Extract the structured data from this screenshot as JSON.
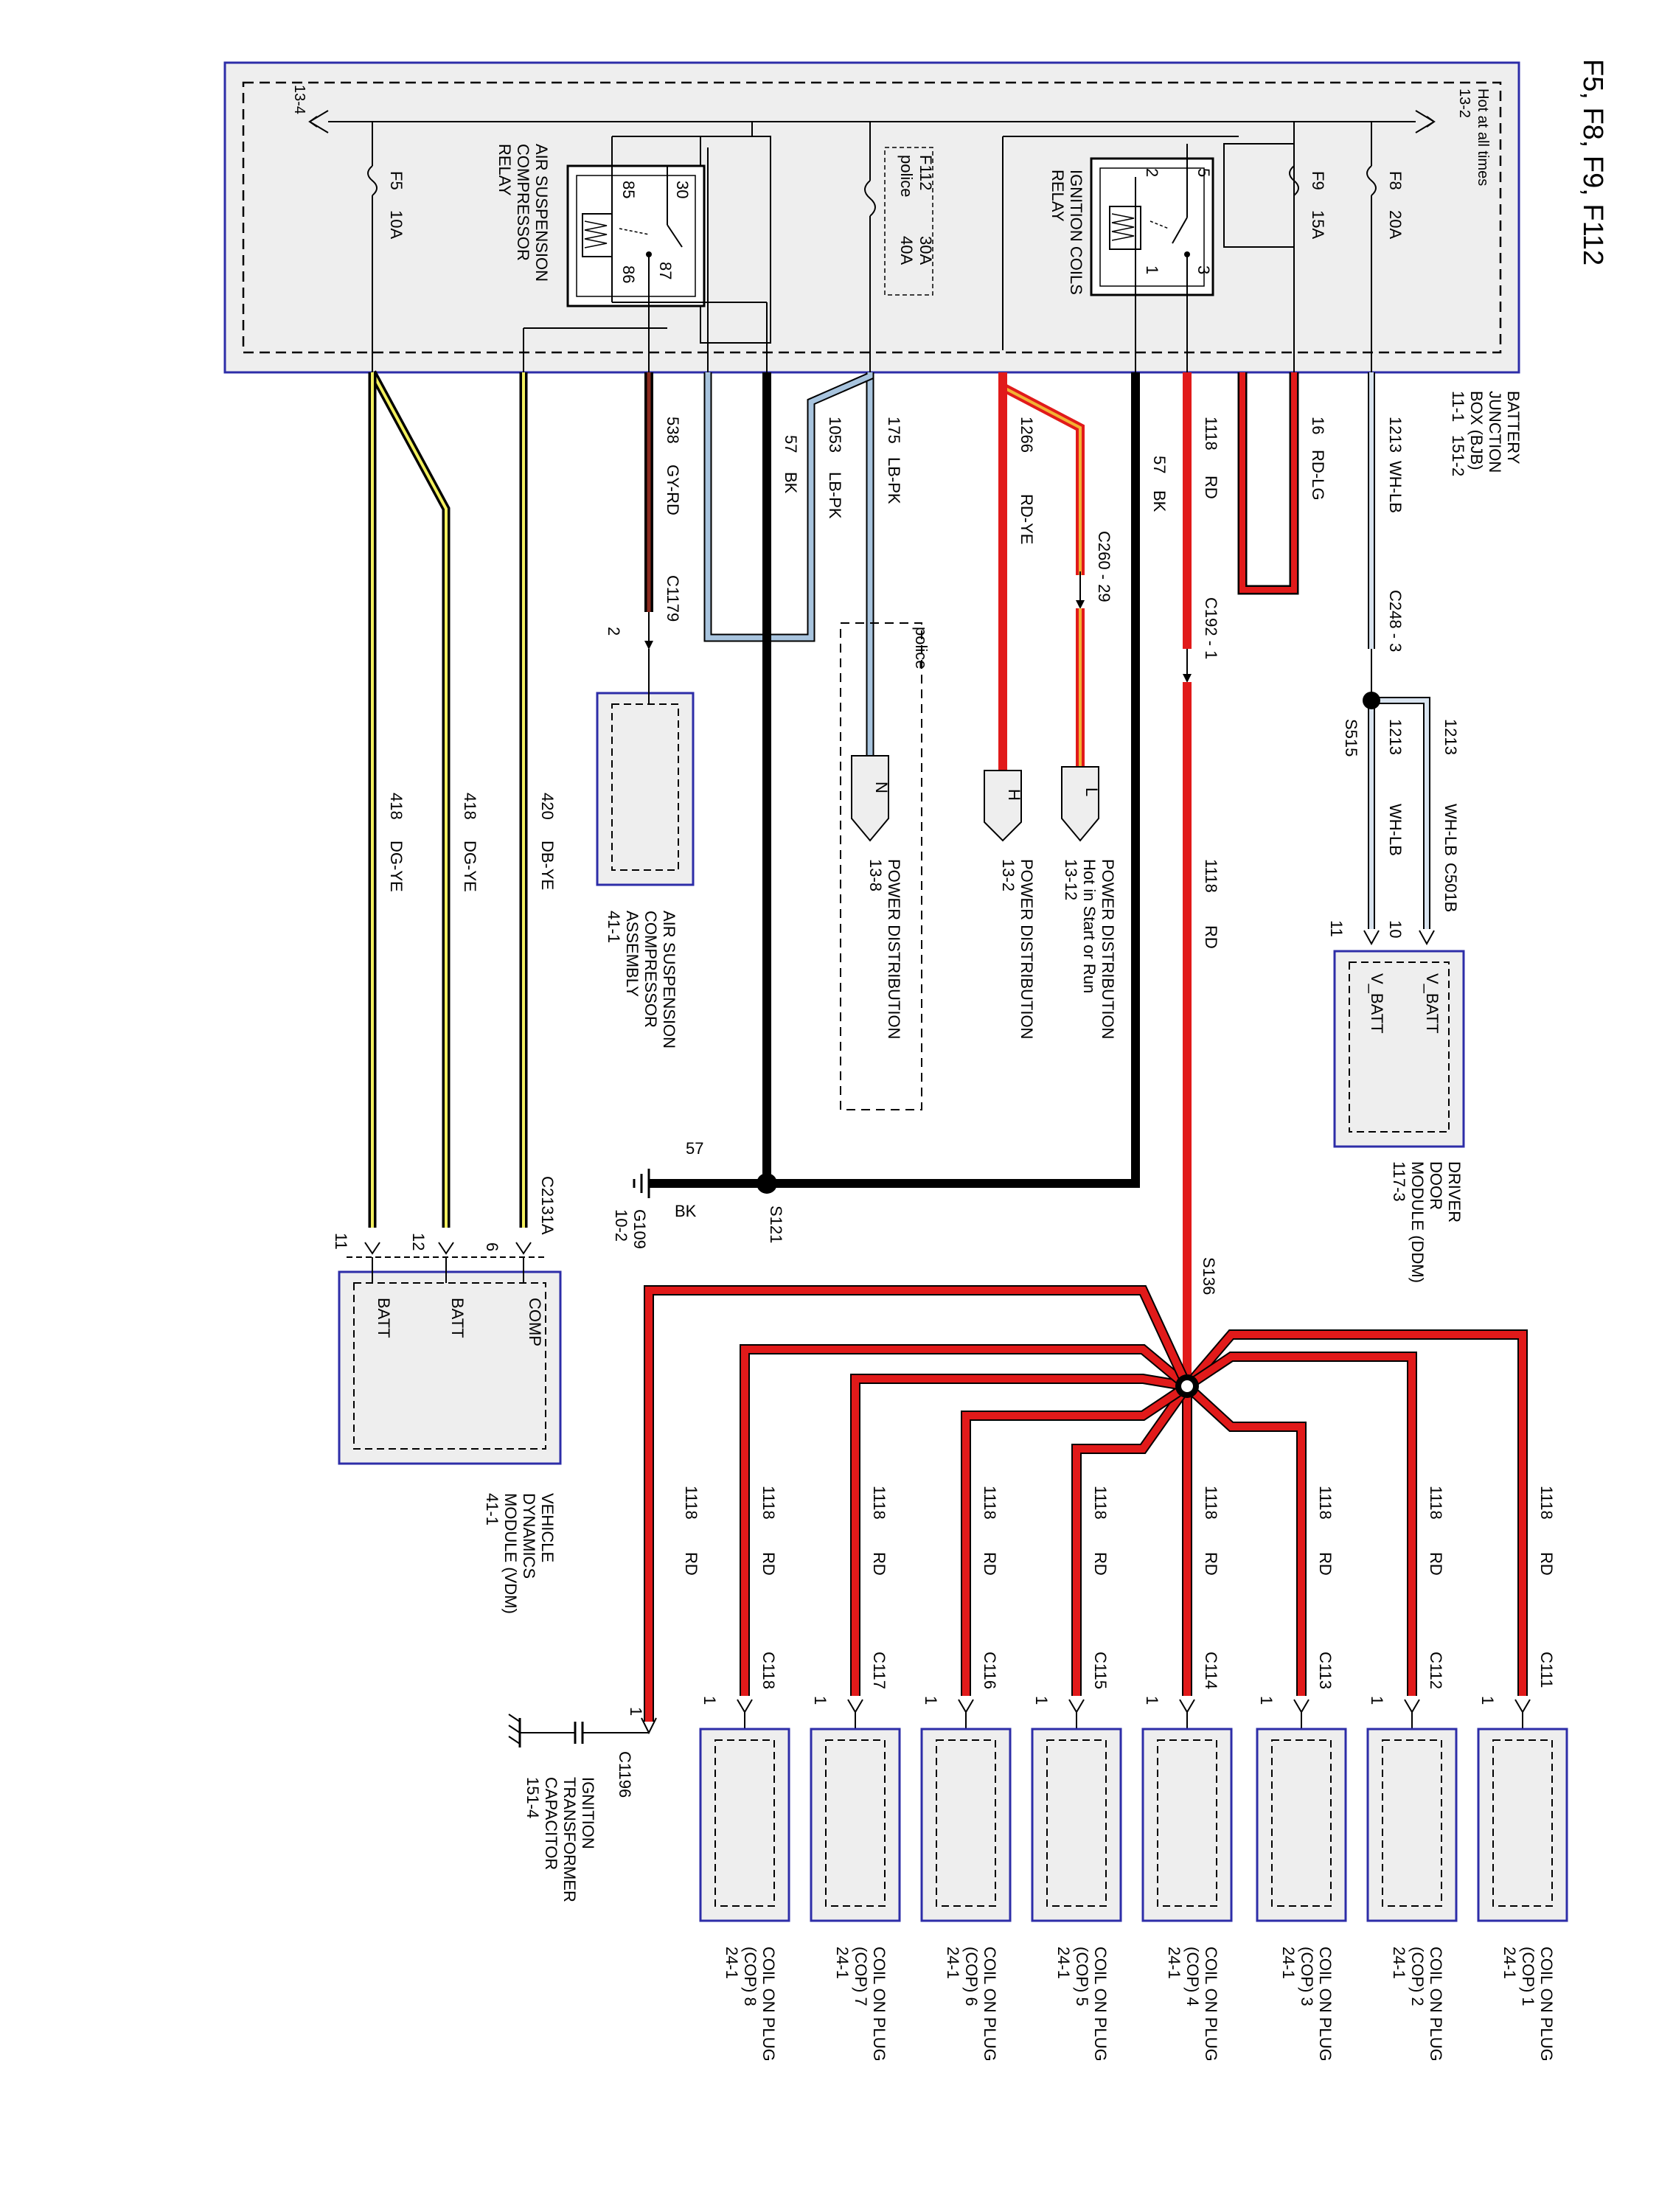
{
  "title": "F5, F8, F9, F112",
  "bjb": {
    "name": [
      "BATTERY",
      "JUNCTION",
      "BOX (BJB)"
    ],
    "refs": [
      "11-1",
      "151-2"
    ],
    "hot_text": "Hot at all times",
    "hot_ref": "13-2",
    "left_ref": "13-4"
  },
  "fuses": {
    "f8": {
      "id": "F8",
      "rating": "20A"
    },
    "f9": {
      "id": "F9",
      "rating": "15A"
    },
    "f112": {
      "id": "F112",
      "rating1": "30A",
      "police": "police",
      "rating2": "40A"
    },
    "f5": {
      "id": "F5",
      "rating": "10A"
    }
  },
  "relays": {
    "ignition": {
      "name": [
        "IGNITION COILS",
        "RELAY"
      ],
      "pins": [
        "5",
        "2",
        "1",
        "3"
      ]
    },
    "air": {
      "name": [
        "AIR SUSPENSION",
        "COMPRESSOR",
        "RELAY"
      ],
      "pins": [
        "30",
        "85",
        "86",
        "87"
      ]
    }
  },
  "wires": {
    "w1213": {
      "num": "1213",
      "color": "WH-LB"
    },
    "w16": {
      "num": "16",
      "color": "RD-LG"
    },
    "w1118": {
      "num": "1118",
      "color": "RD"
    },
    "w57a": {
      "num": "57",
      "color": "BK"
    },
    "w1266": {
      "num": "1266",
      "color": "RD-YE"
    },
    "w175": {
      "num": "175",
      "color": "LB-PK"
    },
    "w1053": {
      "num": "1053",
      "color": "LB-PK"
    },
    "w57b": {
      "num": "57",
      "color": "BK"
    },
    "w538": {
      "num": "538",
      "color": "GY-RD"
    },
    "w420": {
      "num": "420",
      "color": "DB-YE"
    },
    "w418a": {
      "num": "418",
      "color": "DG-YE"
    },
    "w418b": {
      "num": "418",
      "color": "DG-YE"
    },
    "w57g": {
      "num": "57",
      "color": "BK"
    }
  },
  "connectors": {
    "c248": "C248 - 3",
    "c192": "C192 - 1",
    "c260": "C260 - 29",
    "c1179": {
      "name": "C1179",
      "pin": "2"
    },
    "c501b": {
      "name": "C501B",
      "pins": [
        "10",
        "11"
      ]
    },
    "c2131a": {
      "name": "C2131A",
      "pins": [
        "6",
        "12",
        "11"
      ]
    },
    "c1196": {
      "name": "C1196",
      "pin": "1"
    }
  },
  "splices": {
    "s515": "S515",
    "s121": "S121",
    "s136": "S136"
  },
  "ground": {
    "id": "G109",
    "ref": "10-2"
  },
  "pd": {
    "police": "police",
    "n": {
      "letter": "N",
      "text": "POWER DISTRIBUTION",
      "ref": "13-8"
    },
    "h": {
      "letter": "H",
      "text": "POWER DISTRIBUTION",
      "ref": "13-2"
    },
    "l": {
      "letter": "L",
      "text": "POWER DISTRIBUTION",
      "text2": "Hot in Start or Run",
      "ref": "13-12"
    }
  },
  "ddm": {
    "name": [
      "DRIVER",
      "DOOR",
      "MODULE (DDM)"
    ],
    "ref": "117-3",
    "pins": [
      "V_BATT",
      "V_BATT"
    ]
  },
  "air_assy": {
    "name": [
      "AIR SUSPENSION",
      "COMPRESSOR",
      "ASSEMBLY"
    ],
    "ref": "41-1"
  },
  "vdm": {
    "name": [
      "VEHICLE",
      "DYNAMICS",
      "MODULE (VDM)"
    ],
    "ref": "41-1",
    "pins": [
      "COMP",
      "BATT",
      "BATT"
    ]
  },
  "capacitor": {
    "name": [
      "IGNITION",
      "TRANSFORMER",
      "CAPACITOR"
    ],
    "ref": "151-4"
  },
  "coils": [
    {
      "num": "1118",
      "color": "RD",
      "conn": "C111",
      "pin": "1",
      "name": "COIL ON PLUG",
      "name2": "(COP) 1",
      "ref": "24-1"
    },
    {
      "num": "1118",
      "color": "RD",
      "conn": "C112",
      "pin": "1",
      "name": "COIL ON PLUG",
      "name2": "(COP) 2",
      "ref": "24-1"
    },
    {
      "num": "1118",
      "color": "RD",
      "conn": "C113",
      "pin": "1",
      "name": "COIL ON PLUG",
      "name2": "(COP) 3",
      "ref": "24-1"
    },
    {
      "num": "1118",
      "color": "RD",
      "conn": "C114",
      "pin": "1",
      "name": "COIL ON PLUG",
      "name2": "(COP) 4",
      "ref": "24-1"
    },
    {
      "num": "1118",
      "color": "RD",
      "conn": "C115",
      "pin": "1",
      "name": "COIL ON PLUG",
      "name2": "(COP) 5",
      "ref": "24-1"
    },
    {
      "num": "1118",
      "color": "RD",
      "conn": "C116",
      "pin": "1",
      "name": "COIL ON PLUG",
      "name2": "(COP) 6",
      "ref": "24-1"
    },
    {
      "num": "1118",
      "color": "RD",
      "conn": "C117",
      "pin": "1",
      "name": "COIL ON PLUG",
      "name2": "(COP) 7",
      "ref": "24-1"
    },
    {
      "num": "1118",
      "color": "RD",
      "conn": "C118",
      "pin": "1",
      "name": "COIL ON PLUG",
      "name2": "(COP) 8",
      "ref": "24-1"
    }
  ],
  "cap_wire": {
    "num": "1118",
    "color": "RD"
  },
  "colors": {
    "box": "#2d2da8",
    "fill": "#eeeeee",
    "red": "#e11a1a",
    "black": "#000000"
  }
}
